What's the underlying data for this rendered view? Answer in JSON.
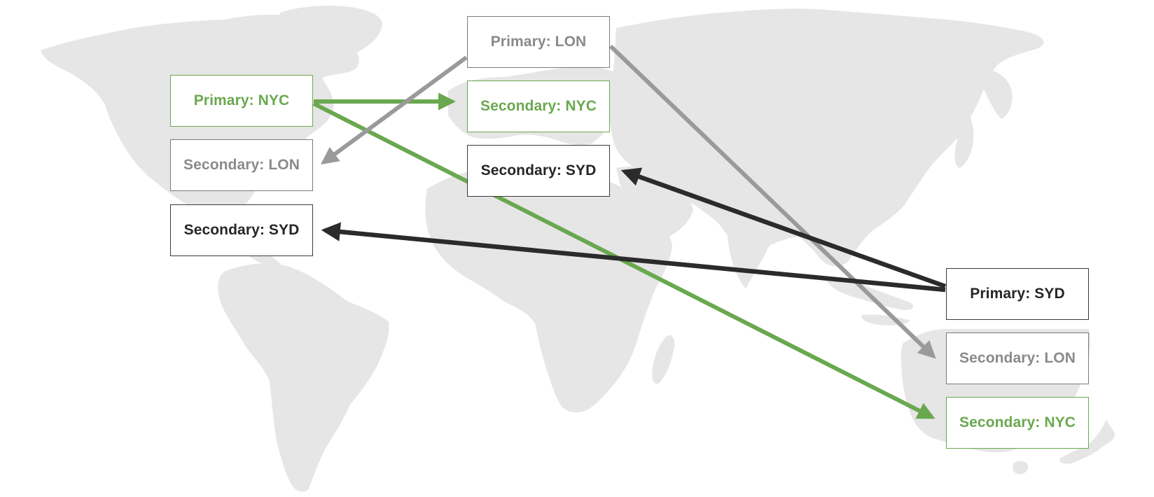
{
  "diagram": {
    "type": "replication-topology-map",
    "colors": {
      "nyc": "#6aa84f",
      "lon": "#999999",
      "syd": "#2b2b2b",
      "land": "#e6e6e6",
      "background": "#ffffff"
    },
    "nodes": {
      "nyc_primary": {
        "label": "Primary: NYC",
        "region": "NYC",
        "role": "primary",
        "style": "green"
      },
      "nyc_sec_lon": {
        "label": "Secondary: LON",
        "region": "NYC",
        "role": "secondary",
        "style": "gray"
      },
      "nyc_sec_syd": {
        "label": "Secondary: SYD",
        "region": "NYC",
        "role": "secondary",
        "style": "dark"
      },
      "lon_primary": {
        "label": "Primary: LON",
        "region": "LON",
        "role": "primary",
        "style": "gray"
      },
      "lon_sec_nyc": {
        "label": "Secondary: NYC",
        "region": "LON",
        "role": "secondary",
        "style": "green"
      },
      "lon_sec_syd": {
        "label": "Secondary: SYD",
        "region": "LON",
        "role": "secondary",
        "style": "dark"
      },
      "syd_primary": {
        "label": "Primary: SYD",
        "region": "SYD",
        "role": "primary",
        "style": "dark"
      },
      "syd_sec_lon": {
        "label": "Secondary: LON",
        "region": "SYD",
        "role": "secondary",
        "style": "gray"
      },
      "syd_sec_nyc": {
        "label": "Secondary: NYC",
        "region": "SYD",
        "role": "secondary",
        "style": "green"
      }
    },
    "edges": [
      {
        "from": "Primary: NYC",
        "to": "Secondary: NYC (LON site)",
        "color": "green"
      },
      {
        "from": "Primary: NYC",
        "to": "Secondary: NYC (SYD site)",
        "color": "green"
      },
      {
        "from": "Primary: LON",
        "to": "Secondary: LON (NYC site)",
        "color": "gray"
      },
      {
        "from": "Primary: LON",
        "to": "Secondary: LON (SYD site)",
        "color": "gray"
      },
      {
        "from": "Primary: SYD",
        "to": "Secondary: SYD (NYC site)",
        "color": "dark"
      },
      {
        "from": "Primary: SYD",
        "to": "Secondary: SYD (LON site)",
        "color": "dark"
      }
    ]
  }
}
